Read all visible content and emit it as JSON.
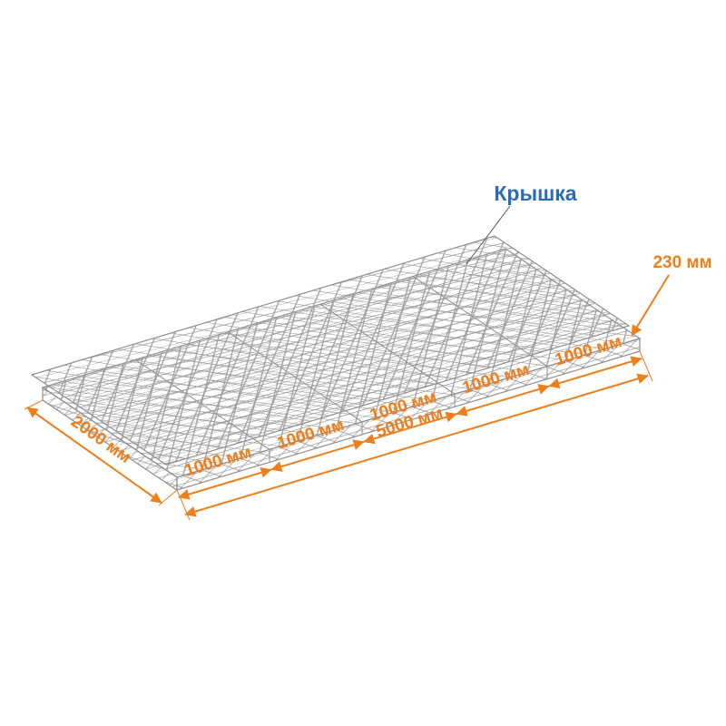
{
  "labels": {
    "lid": "Крышка",
    "height": "230 мм",
    "width": "2000 мм",
    "total_length": "5000 мм",
    "segments": [
      "1000 мм",
      "1000 мм",
      "1000 мм",
      "1000 мм",
      "1000 мм"
    ]
  },
  "colors": {
    "dimension_orange": "#ef7f1a",
    "label_blue": "#2b6cb8",
    "mesh_gray": "#9b9b9b",
    "edge_gray": "#8f8f8f",
    "leader_gray": "#555555",
    "background": "#ffffff"
  }
}
